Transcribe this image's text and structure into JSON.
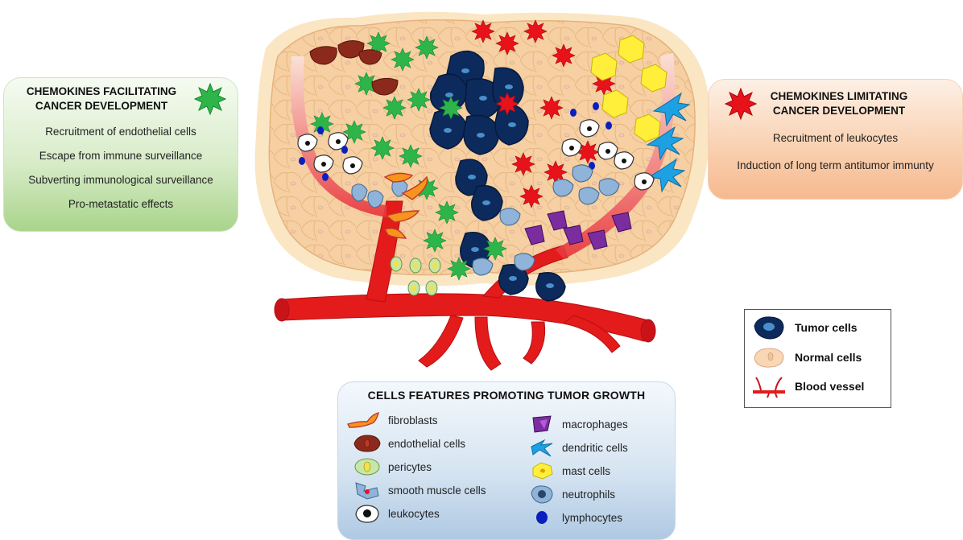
{
  "left_box": {
    "title_line1": "CHEMOKINES FACILITATING",
    "title_line2": "CANCER DEVELOPMENT",
    "items": [
      "Recruitment of endothelial cells",
      "Escape from immune surveillance",
      "Subverting immunological surveillance",
      "Pro-metastatic effects"
    ],
    "color": "#2db54a"
  },
  "right_box": {
    "title_line1": "CHEMOKINES LIMITATING",
    "title_line2": "CANCER DEVELOPMENT",
    "items": [
      "Recruitment of leukocytes",
      "Induction of long term antitumor immunty"
    ],
    "color": "#e8121b"
  },
  "cells_box": {
    "title": "CELLS FEATURES PROMOTING TUMOR GROWTH",
    "left_items": [
      {
        "label": "fibroblasts",
        "icon": "fibroblast-icon"
      },
      {
        "label": "endothelial cells",
        "icon": "endothelial-cell-icon"
      },
      {
        "label": "pericytes",
        "icon": "pericyte-icon"
      },
      {
        "label": "smooth muscle cells",
        "icon": "smooth-muscle-cell-icon"
      },
      {
        "label": "leukocytes",
        "icon": "leukocyte-icon"
      }
    ],
    "right_items": [
      {
        "label": "macrophages",
        "icon": "macrophage-icon"
      },
      {
        "label": "dendritic cells",
        "icon": "dendritic-cell-icon"
      },
      {
        "label": "mast cells",
        "icon": "mast-cell-icon"
      },
      {
        "label": "neutrophils",
        "icon": "neutrophil-icon"
      },
      {
        "label": "lymphocytes",
        "icon": "lymphocyte-icon"
      }
    ]
  },
  "legend": {
    "items": [
      {
        "label": "Tumor cells",
        "icon": "tumor-cell-icon"
      },
      {
        "label": "Normal cells",
        "icon": "normal-cell-icon"
      },
      {
        "label": "Blood vessel",
        "icon": "blood-vessel-icon"
      }
    ]
  },
  "colors": {
    "tumor": "#0d2a5c",
    "normal": "#f5cfa0",
    "vessel": "#e31b1b",
    "facilitating_star": "#2db54a",
    "limiting_star": "#e8121b"
  }
}
